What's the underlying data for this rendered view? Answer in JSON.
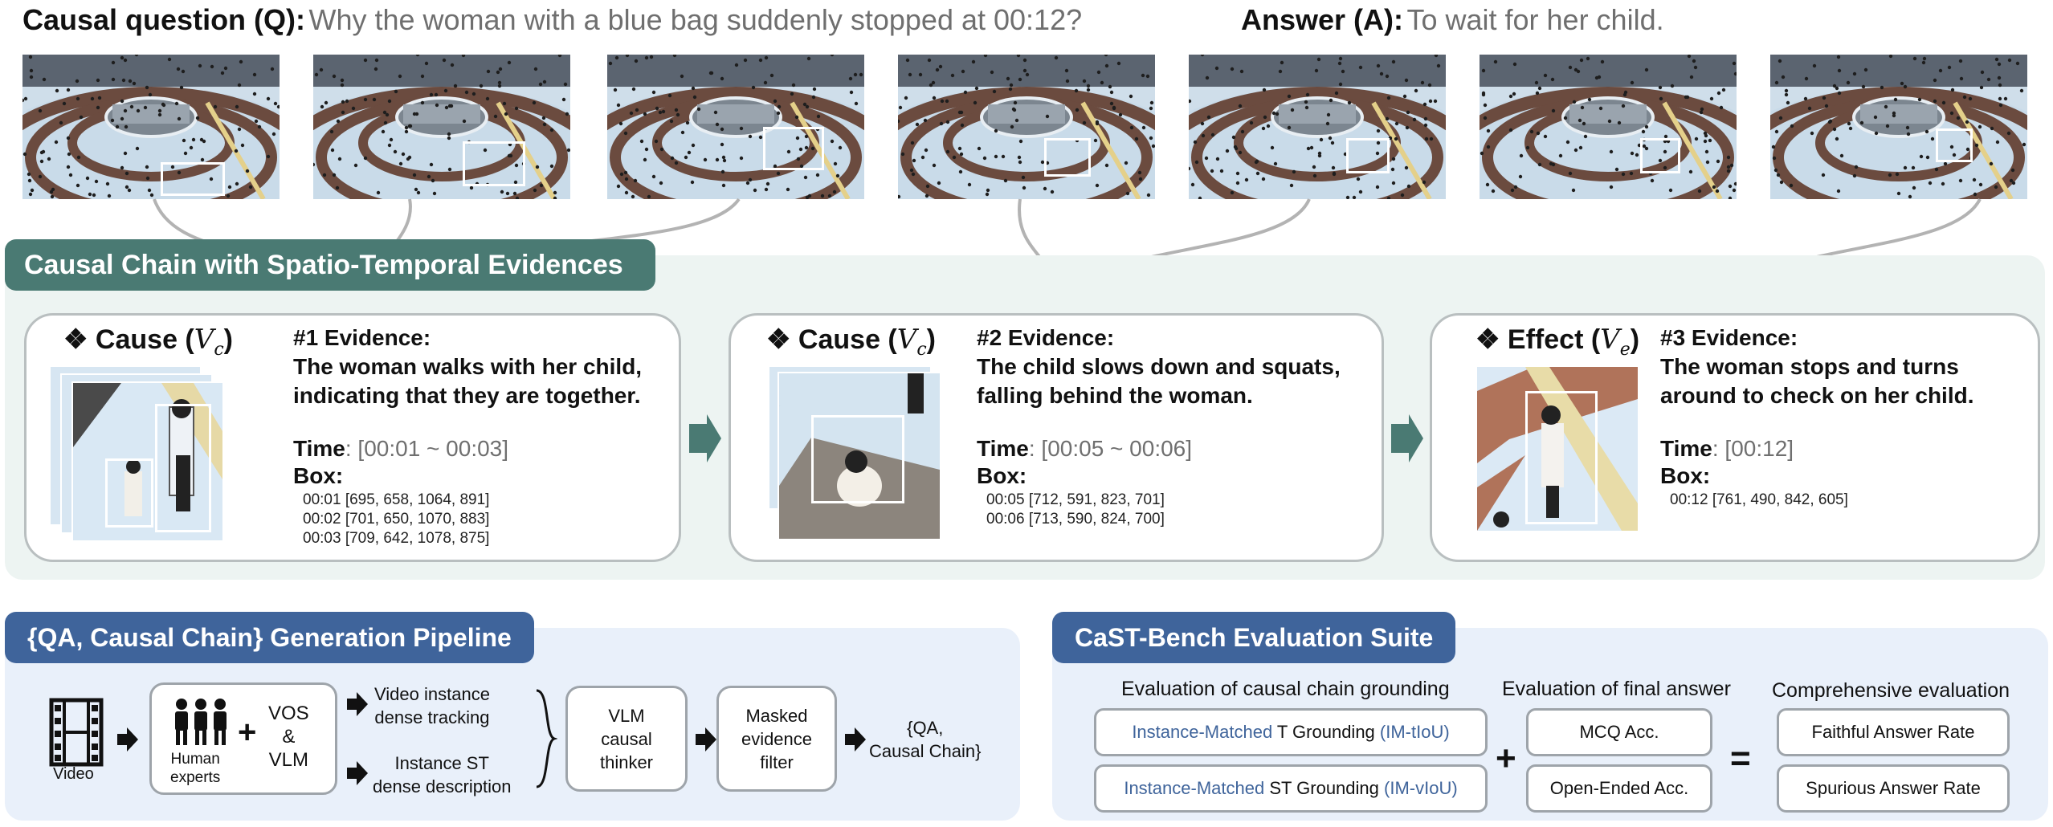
{
  "question": {
    "label": "Causal question (Q):",
    "text": "Why the woman with a blue bag suddenly stopped at 00:12?"
  },
  "answer": {
    "label": "Answer (A):",
    "text": "To wait for her child."
  },
  "chain_title": "Causal Chain with Spatio-Temporal Evidences",
  "cards": [
    {
      "heading": "❖ Cause (",
      "sym": "V",
      "sub": "c",
      "evidence_title": "#1 Evidence:",
      "evidence_text": "The woman walks with her child,\nindicating that they are together.",
      "time_label": "Time",
      "time_value": ": [00:01 ~ 00:03]",
      "box_label": "Box:",
      "boxes": [
        "00:01 [695, 658, 1064, 891]",
        "00:02 [701, 650, 1070, 883]",
        "00:03 [709, 642, 1078, 875]"
      ]
    },
    {
      "heading": "❖ Cause (",
      "sym": "V",
      "sub": "c",
      "evidence_title": "#2 Evidence:",
      "evidence_text": "The child slows down and squats,\nfalling behind the woman.",
      "time_label": "Time",
      "time_value": ": [00:05 ~ 00:06]",
      "box_label": "Box:",
      "boxes": [
        "00:05 [712, 591, 823, 701]",
        "00:06 [713, 590, 824, 700]"
      ]
    },
    {
      "heading": "❖ Effect (",
      "sym": "V",
      "sub": "e",
      "evidence_title": "#3 Evidence:",
      "evidence_text": "The woman stops and turns\naround to check on her child.",
      "time_label": "Time",
      "time_value": ": [00:12]",
      "box_label": "Box:",
      "boxes": [
        "00:12 [761, 490, 842, 605]"
      ]
    }
  ],
  "pipeline": {
    "title": "{QA, Causal Chain} Generation Pipeline",
    "video_label": "Video",
    "experts_label": "Human\nexperts",
    "vos_vlm": "VOS\n&\nVLM",
    "branch_top": "Video instance\ndense tracking",
    "branch_bottom": "Instance ST\ndense description",
    "thinker": "VLM\ncausal\nthinker",
    "filter": "Masked\nevidence\nfilter",
    "output": "{QA,\nCausal Chain}",
    "plus": "+"
  },
  "evaluation": {
    "title": "CaST-Bench Evaluation Suite",
    "grounding_header": "Evaluation of causal chain grounding",
    "answer_header": "Evaluation of final answer",
    "comprehensive_header": "Comprehensive evaluation",
    "g1_prefix": "Instance-Matched",
    "g1_mid": " T Grounding ",
    "g1_abbr": "(IM-tIoU)",
    "g2_prefix": "Instance-Matched",
    "g2_mid": " ST Grounding ",
    "g2_abbr": "(IM-vIoU)",
    "mcq": "MCQ Acc.",
    "open": "Open-Ended Acc.",
    "faithful": "Faithful Answer Rate",
    "spurious": "Spurious Answer Rate",
    "plus": "+",
    "equals": "="
  },
  "colors": {
    "green_title": "#4a7a73",
    "blue_title": "#3f649b",
    "connector": "#b3b3b3"
  }
}
